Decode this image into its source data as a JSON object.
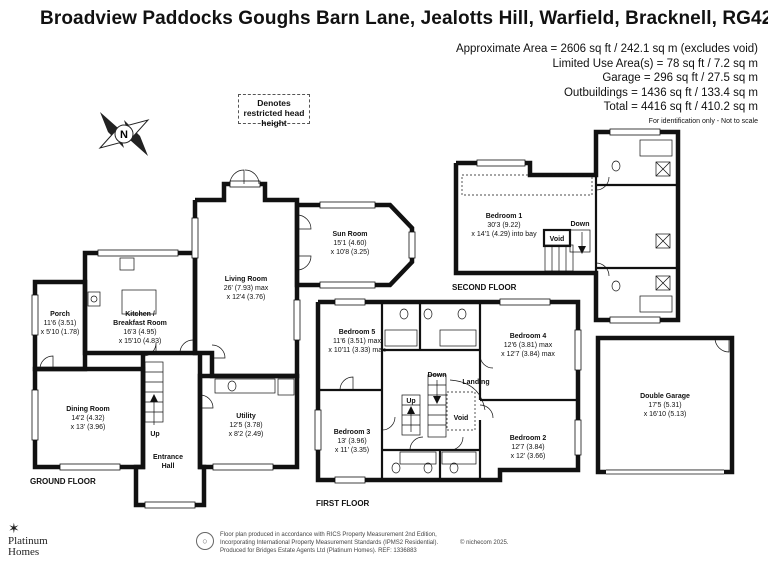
{
  "header": {
    "title": "Broadview Paddocks Goughs Barn Lane, Jealotts Hill, Warfield, Bracknell, RG42"
  },
  "areas": {
    "lines": [
      "Approximate Area = 2606 sq ft / 242.1 sq m (excludes void)",
      "Limited Use Area(s) = 78 sq ft / 7.2 sq m",
      "Garage = 296 sq ft / 27.5 sq m",
      "Outbuildings = 1436 sq ft / 133.4 sq m",
      "Total = 4416 sq ft / 410.2 sq m"
    ],
    "note": "For identification only - Not to scale"
  },
  "legend": {
    "restricted": "Denotes restricted head height"
  },
  "compass": {
    "letter": "N"
  },
  "floors": {
    "ground": "GROUND FLOOR",
    "first": "FIRST FLOOR",
    "second": "SECOND FLOOR"
  },
  "rooms": {
    "porch": {
      "name": "Porch",
      "dim1": "11'6 (3.51)",
      "dim2": "x 5'10 (1.78)"
    },
    "kitchen": {
      "name": "Kitchen /",
      "name2": "Breakfast Room",
      "dim1": "16'3 (4.95)",
      "dim2": "x 15'10 (4.83)"
    },
    "living": {
      "name": "Living Room",
      "dim1": "26' (7.93) max",
      "dim2": "x 12'4 (3.76)"
    },
    "sun": {
      "name": "Sun Room",
      "dim1": "15'1 (4.60)",
      "dim2": "x 10'8 (3.25)"
    },
    "dining": {
      "name": "Dining Room",
      "dim1": "14'2 (4.32)",
      "dim2": "x 13' (3.96)"
    },
    "utility": {
      "name": "Utility",
      "dim1": "12'5 (3.78)",
      "dim2": "x 8'2 (2.49)"
    },
    "hall": {
      "name": "Entrance",
      "name2": "Hall"
    },
    "bed1": {
      "name": "Bedroom 1",
      "dim1": "30'3 (9.22)",
      "dim2": "x 14'1 (4.29) into bay"
    },
    "bed2": {
      "name": "Bedroom 2",
      "dim1": "12'7 (3.84)",
      "dim2": "x 12' (3.66)"
    },
    "bed3": {
      "name": "Bedroom 3",
      "dim1": "13' (3.96)",
      "dim2": "x 11' (3.35)"
    },
    "bed4": {
      "name": "Bedroom 4",
      "dim1": "12'6 (3.81) max",
      "dim2": "x 12'7 (3.84) max"
    },
    "bed5": {
      "name": "Bedroom 5",
      "dim1": "11'6 (3.51) max",
      "dim2": "x 10'11 (3.33) max"
    },
    "landing": {
      "name": "Landing"
    },
    "garage": {
      "name": "Double Garage",
      "dim1": "17'5 (5.31)",
      "dim2": "x 16'10 (5.13)"
    },
    "void1": {
      "name": "Void"
    },
    "void2": {
      "name": "Void"
    }
  },
  "stairs": {
    "up_ground": "Up",
    "down_first": "Down",
    "up_first": "Up",
    "down_second": "Down"
  },
  "logo": {
    "line1": "Platinum",
    "line2": "Homes"
  },
  "footer": {
    "line1": "Floor plan produced in accordance with RICS Property Measurement 2nd Edition,",
    "line2": "Incorporating International Property Measurement Standards (IPMS2 Residential).",
    "line3": "Produced for Bridges Estate Agents Ltd (Platinum Homes).  REF: 1336883",
    "copyright": "© nichecom 2025."
  }
}
